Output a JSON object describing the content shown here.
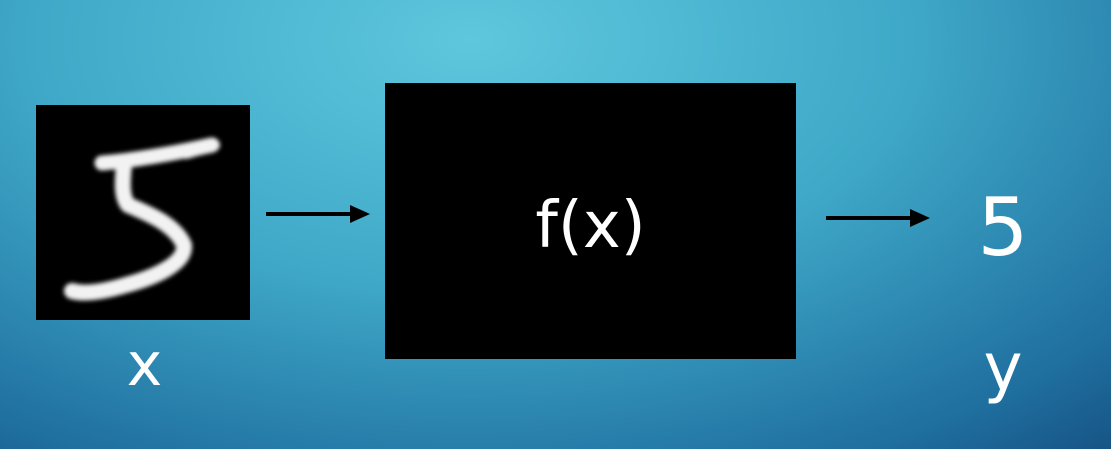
{
  "input": {
    "label": "x",
    "image_icon": "handwritten-digit-5"
  },
  "function": {
    "label": "f(x)"
  },
  "output": {
    "value": "5",
    "label": "y"
  },
  "colors": {
    "background_light": "#5ec7dd",
    "background_dark": "#0e3c6e",
    "box": "#000000",
    "text": "#ffffff",
    "arrow": "#000000"
  }
}
